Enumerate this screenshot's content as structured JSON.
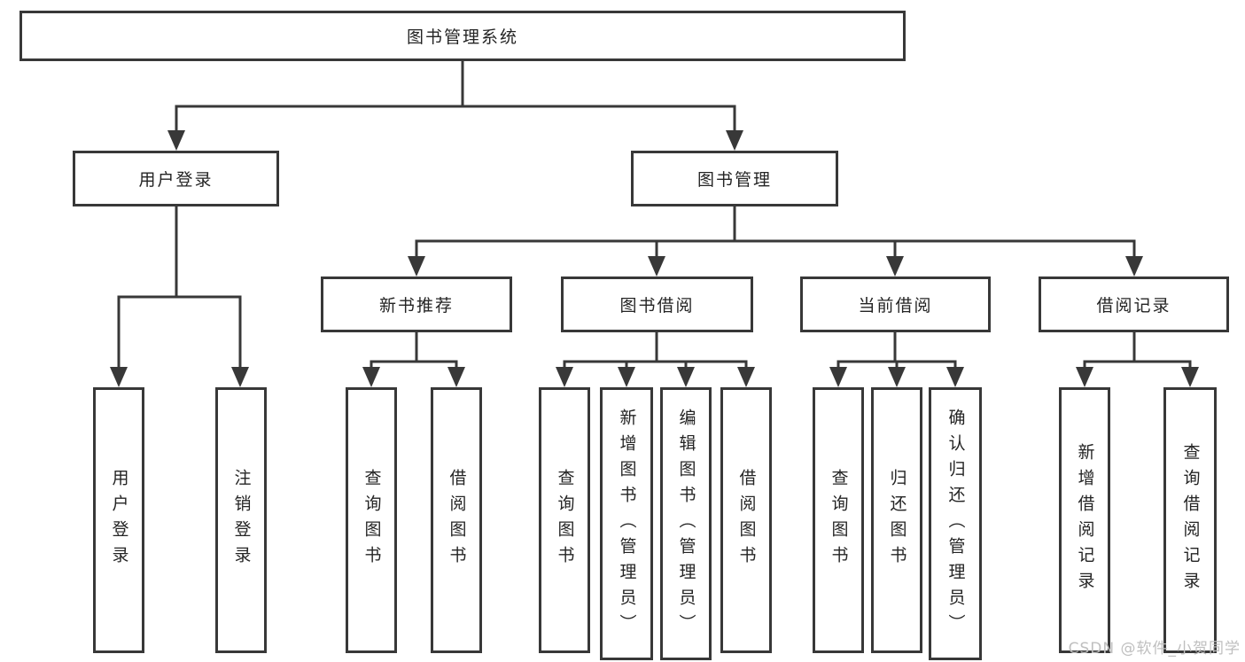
{
  "tree": {
    "root": {
      "label": "图书管理系统",
      "children": [
        {
          "label": "用户登录",
          "children": [
            {
              "label": "用户登录"
            },
            {
              "label": "注销登录"
            }
          ]
        },
        {
          "label": "图书管理",
          "children": [
            {
              "label": "新书推荐",
              "children": [
                {
                  "label": "查询图书"
                },
                {
                  "label": "借阅图书"
                }
              ]
            },
            {
              "label": "图书借阅",
              "children": [
                {
                  "label": "查询图书"
                },
                {
                  "label": "新增图书（管理员）"
                },
                {
                  "label": "编辑图书（管理员）"
                },
                {
                  "label": "借阅图书"
                }
              ]
            },
            {
              "label": "当前借阅",
              "children": [
                {
                  "label": "查询图书"
                },
                {
                  "label": "归还图书"
                },
                {
                  "label": "确认归还（管理员）"
                }
              ]
            },
            {
              "label": "借阅记录",
              "children": [
                {
                  "label": "新增借阅记录"
                },
                {
                  "label": "查询借阅记录"
                }
              ]
            }
          ]
        }
      ]
    }
  },
  "colors": {
    "line": "#383838",
    "text": "#242424",
    "watermark": "#bfbfbf",
    "background": "#ffffff"
  },
  "watermark": {
    "text": "CSDN @软件_小贺同学"
  }
}
